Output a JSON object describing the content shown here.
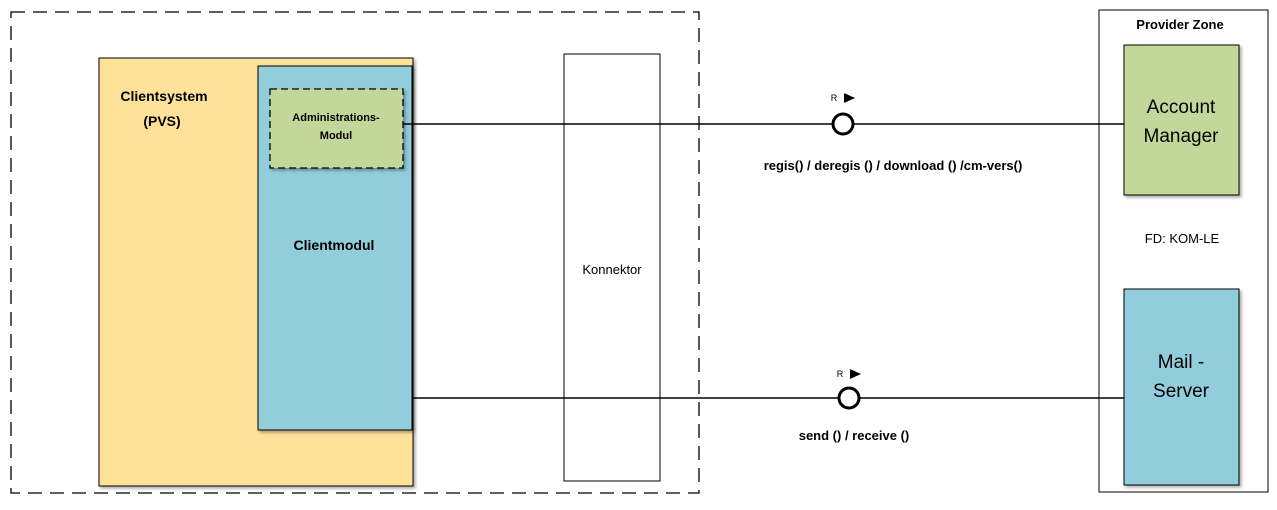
{
  "colors": {
    "clientsystem_fill": "#FFE29A",
    "clientmodul_fill": "#92CDDC",
    "admin_fill": "#C4D79B",
    "account_manager_fill": "#C4D79B",
    "mail_server_fill": "#92CDDC",
    "line": "#000000"
  },
  "client_zone": {
    "clientsystem_label_line1": "Clientsystem",
    "clientsystem_label_line2": "(PVS)",
    "clientmodul_label": "Clientmodul",
    "admin_label_line1": "Administrations-",
    "admin_label_line2": "Modul"
  },
  "konnektor": {
    "label": "Konnektor"
  },
  "interfaces": [
    {
      "id": "admin",
      "role_marker": "R",
      "operations": "regis() / deregis () / download () /cm-vers()"
    },
    {
      "id": "mail",
      "role_marker": "R",
      "operations": "send () / receive ()"
    }
  ],
  "provider_zone": {
    "title": "Provider Zone",
    "account_manager_line1": "Account",
    "account_manager_line2": "Manager",
    "fd_label": "FD: KOM-LE",
    "mail_server_line1": "Mail -",
    "mail_server_line2": "Server"
  }
}
